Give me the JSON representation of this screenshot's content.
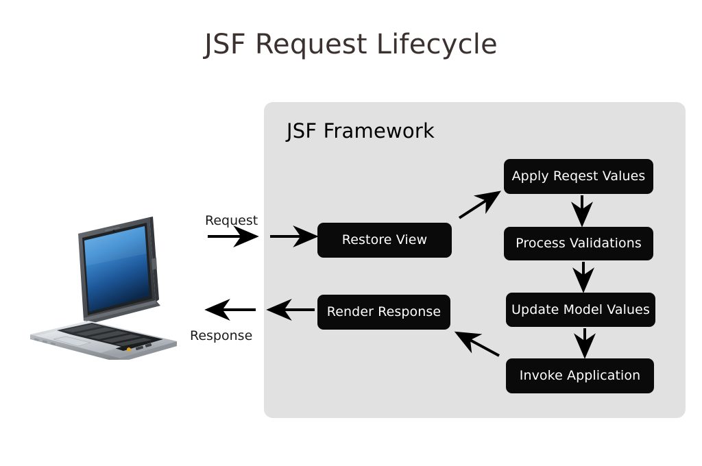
{
  "page": {
    "title": "JSF Request Lifecycle",
    "background_color": "#ffffff",
    "title_color": "#3b3230"
  },
  "framework_panel": {
    "label": "JSF Framework",
    "background_color": "#e1e1e1",
    "text_color": "#000000"
  },
  "client": {
    "device_name": "laptop-computer",
    "screen_color_top": "#5aa7e0",
    "screen_color_bottom": "#0d2a50",
    "body_color": "#c9cdd2"
  },
  "flow_labels": {
    "request": "Request",
    "response": "Response"
  },
  "nodes": {
    "restore_view": "Restore View",
    "apply_request_values": "Apply Reqest Values",
    "process_validations": "Process Validations",
    "update_model_values": "Update Model Values",
    "invoke_application": "Invoke Application",
    "render_response": "Render Response",
    "fill_color": "#0a0a0a",
    "text_color": "#ffffff"
  },
  "arrows": {
    "color": "#000000",
    "connections": [
      {
        "name": "client-to-panel-request",
        "from": "laptop",
        "to": "panel-edge",
        "direction": "right"
      },
      {
        "name": "panel-to-restore-view",
        "from": "panel-edge",
        "to": "restore_view",
        "direction": "right"
      },
      {
        "name": "restore-view-to-apply-request-values",
        "from": "restore_view",
        "to": "apply_request_values",
        "direction": "up-right"
      },
      {
        "name": "apply-request-values-to-process-validations",
        "from": "apply_request_values",
        "to": "process_validations",
        "direction": "down"
      },
      {
        "name": "process-validations-to-update-model-values",
        "from": "process_validations",
        "to": "update_model_values",
        "direction": "down"
      },
      {
        "name": "update-model-values-to-invoke-application",
        "from": "update_model_values",
        "to": "invoke_application",
        "direction": "down"
      },
      {
        "name": "invoke-application-to-render-response",
        "from": "invoke_application",
        "to": "render_response",
        "direction": "up-left"
      },
      {
        "name": "render-response-to-panel-edge",
        "from": "render_response",
        "to": "panel-edge",
        "direction": "left"
      },
      {
        "name": "panel-to-client-response",
        "from": "panel-edge",
        "to": "laptop",
        "direction": "left"
      }
    ]
  }
}
